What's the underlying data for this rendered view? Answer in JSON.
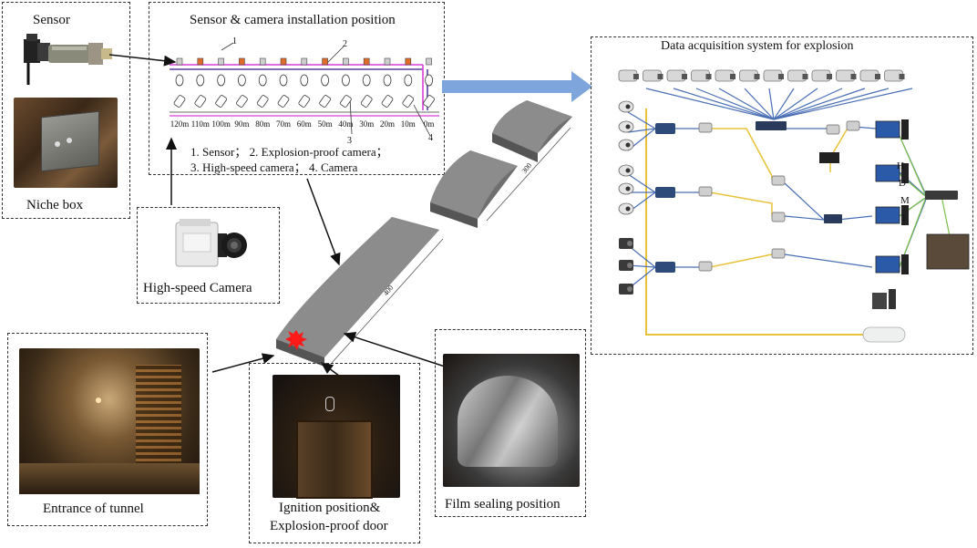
{
  "panels": {
    "sensor": {
      "title": "Sensor",
      "caption": "Niche box"
    },
    "install": {
      "title": "Sensor & camera installation position",
      "distances": [
        "120m",
        "110m",
        "100m",
        "90m",
        "80m",
        "70m",
        "60m",
        "50m",
        "40m",
        "30m",
        "20m",
        "10m",
        "0m"
      ],
      "callouts": [
        "1",
        "2",
        "3",
        "4"
      ],
      "legend_line1": "1. Sensor； 2. Explosion-proof camera；",
      "legend_line2": "3. High-speed camera； 4. Camera"
    },
    "highspeed": {
      "caption": "High-speed Camera"
    },
    "tunnel": {
      "len_top": "300",
      "len_bottom": "400"
    },
    "daq": {
      "title": "Data acquisition system for explosion",
      "hdmi": [
        "H",
        "D",
        "M",
        "I"
      ]
    },
    "entrance": {
      "caption": "Entrance of tunnel"
    },
    "ignition": {
      "caption_line1": "Ignition position&",
      "caption_line2": "Explosion-proof door"
    },
    "film": {
      "caption": "Film sealing position"
    }
  },
  "colors": {
    "pink_line": "#d63fd6",
    "purple_line": "#5a3fa0",
    "blue_arrow": "#7ea6dc",
    "yellow_wire": "#e8c33a",
    "blue_wire": "#4a6fb5",
    "green_wire": "#7cc04a",
    "ignition": "#ff1a1a",
    "tunnel_gray": "#7a7a7a",
    "sensor_orange": "#e06a2a"
  }
}
